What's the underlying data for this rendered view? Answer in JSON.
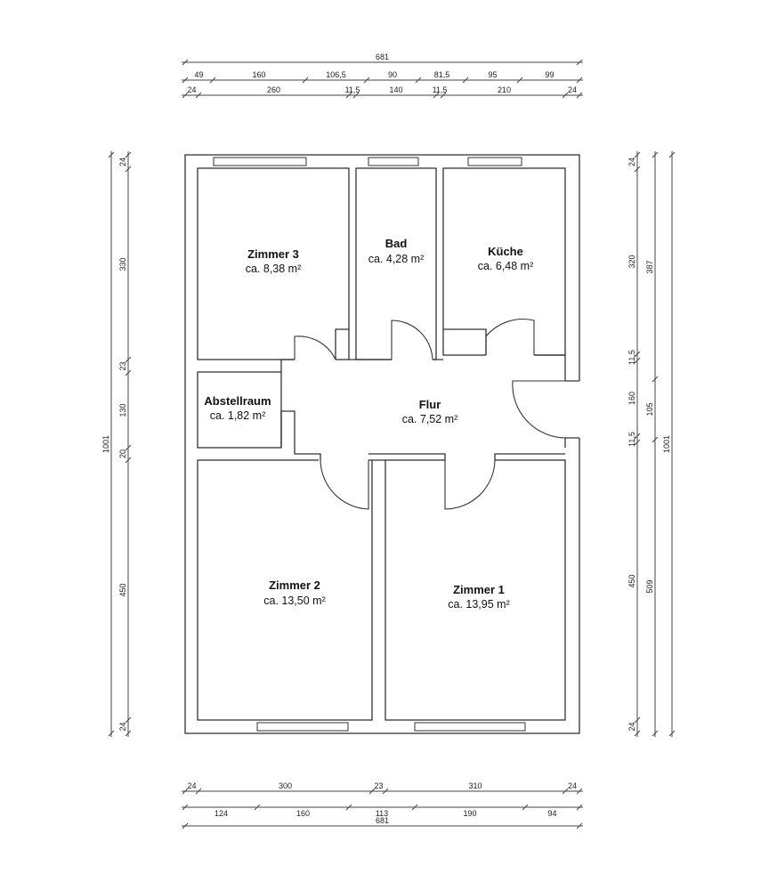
{
  "rooms": [
    {
      "id": "zimmer-3",
      "name": "Zimmer 3",
      "area": "ca. 8,38 m²"
    },
    {
      "id": "bad",
      "name": "Bad",
      "area": "ca. 4,28 m²"
    },
    {
      "id": "kueche",
      "name": "Küche",
      "area": "ca. 6,48 m²"
    },
    {
      "id": "abstellraum",
      "name": "Abstellraum",
      "area": "ca. 1,82 m²"
    },
    {
      "id": "flur",
      "name": "Flur",
      "area": "ca. 7,52 m²"
    },
    {
      "id": "zimmer-2",
      "name": "Zimmer 2",
      "area": "ca. 13,50 m²"
    },
    {
      "id": "zimmer-1",
      "name": "Zimmer 1",
      "area": "ca. 13,95 m²"
    }
  ],
  "dimensions": {
    "top": {
      "overall": [
        "681"
      ],
      "axis": [
        "49",
        "160",
        "106,5",
        "90",
        "81,5",
        "95",
        "99"
      ],
      "walls": [
        "24",
        "260",
        "11,5",
        "140",
        "11,5",
        "210",
        "24"
      ]
    },
    "bottom": {
      "walls": [
        "24",
        "300",
        "23",
        "310",
        "24"
      ],
      "axis": [
        "124",
        "160",
        "113",
        "190",
        "94"
      ],
      "overall": [
        "681"
      ]
    },
    "left": {
      "overall": [
        "1001"
      ],
      "walls": [
        "24",
        "330",
        "23",
        "130",
        "20",
        "450",
        "24"
      ]
    },
    "right": {
      "walls": [
        "24",
        "320",
        "11,5",
        "160",
        "11,5",
        "450",
        "24"
      ],
      "mid": [
        "387",
        "105",
        "509"
      ],
      "overall": [
        "1001"
      ]
    }
  }
}
